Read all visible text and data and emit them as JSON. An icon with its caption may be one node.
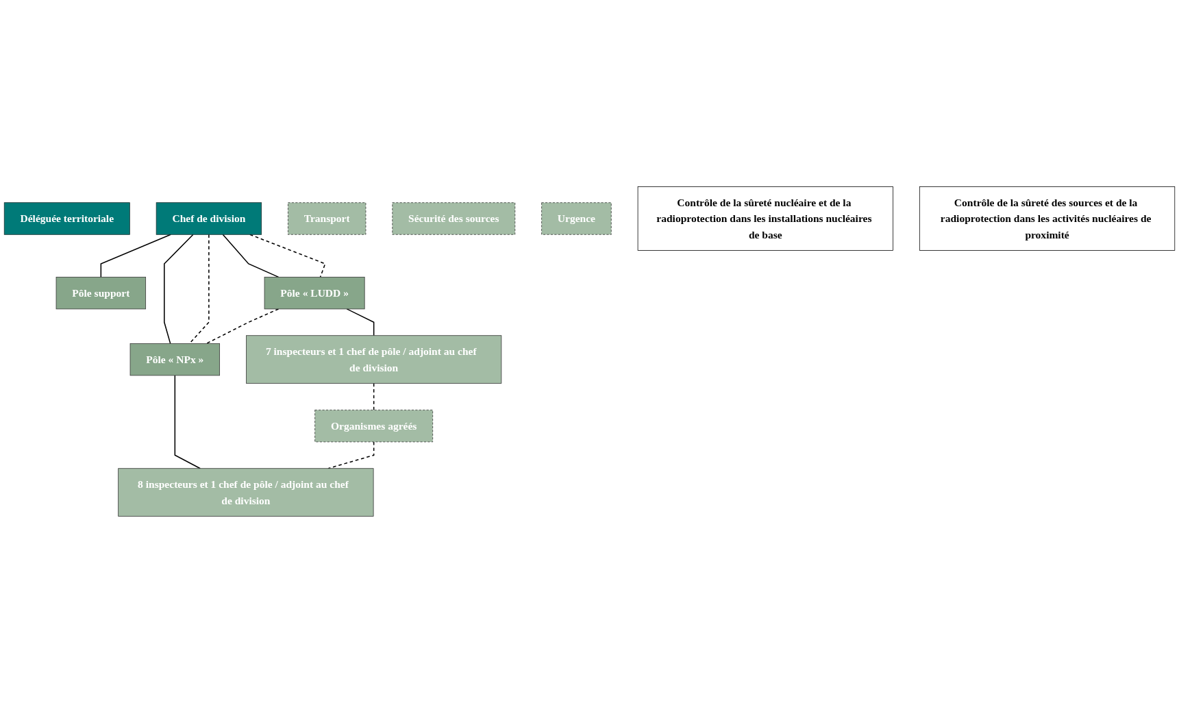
{
  "diagram": {
    "nodes": [
      {
        "text": [
          "Déléguée territoriale"
        ]
      },
      {
        "text": [
          "Chef  de division"
        ]
      },
      {
        "text": [
          "Pôle support"
        ]
      },
      {
        "text": [
          "Pôle « LUDD »"
        ]
      },
      {
        "text": [
          "Pôle « NPx »"
        ]
      },
      {
        "text": [
          "Transport"
        ]
      },
      {
        "text": [
          "Sécurité des sources"
        ]
      },
      {
        "text": [
          "Organismes agréés"
        ]
      },
      {
        "text": [
          "Urgence"
        ]
      },
      {
        "text": [
          "7 inspecteurs et 1 chef de pôle / adjoint au chef  de division"
        ]
      },
      {
        "text": [
          "8 inspecteurs et 1 chef de pôle / adjoint au chef  de division"
        ]
      },
      {
        "text": [
          "Contrôle de la sûreté nucléaire et de la radioprotection dans les installations nucléaires de base"
        ]
      },
      {
        "text": [
          "Contrôle de la sûreté des sources et de la radioprotection dans les activités nucléaires de proximité"
        ]
      }
    ],
    "edges": [
      {
        "from": 1,
        "to": 2,
        "arrow": "none"
      },
      {
        "from": 1,
        "to": 3,
        "arrow": "none"
      },
      {
        "from": 1,
        "to": 4,
        "arrow": "none"
      },
      {
        "from": 1,
        "to": 3,
        "arrow": "none",
        "style": "dashed"
      },
      {
        "from": 1,
        "to": 4,
        "arrow": "none",
        "style": "dashed"
      },
      {
        "from": 3,
        "to": 4,
        "arrow": "none",
        "style": "dashed"
      },
      {
        "from": 3,
        "to": 9,
        "arrow": "none"
      },
      {
        "from": 4,
        "to": 10,
        "arrow": "none"
      },
      {
        "from": 9,
        "to": 7,
        "arrow": "none",
        "style": "dashed"
      },
      {
        "from": 7,
        "to": 10,
        "arrow": "none",
        "style": "dashed"
      }
    ]
  }
}
